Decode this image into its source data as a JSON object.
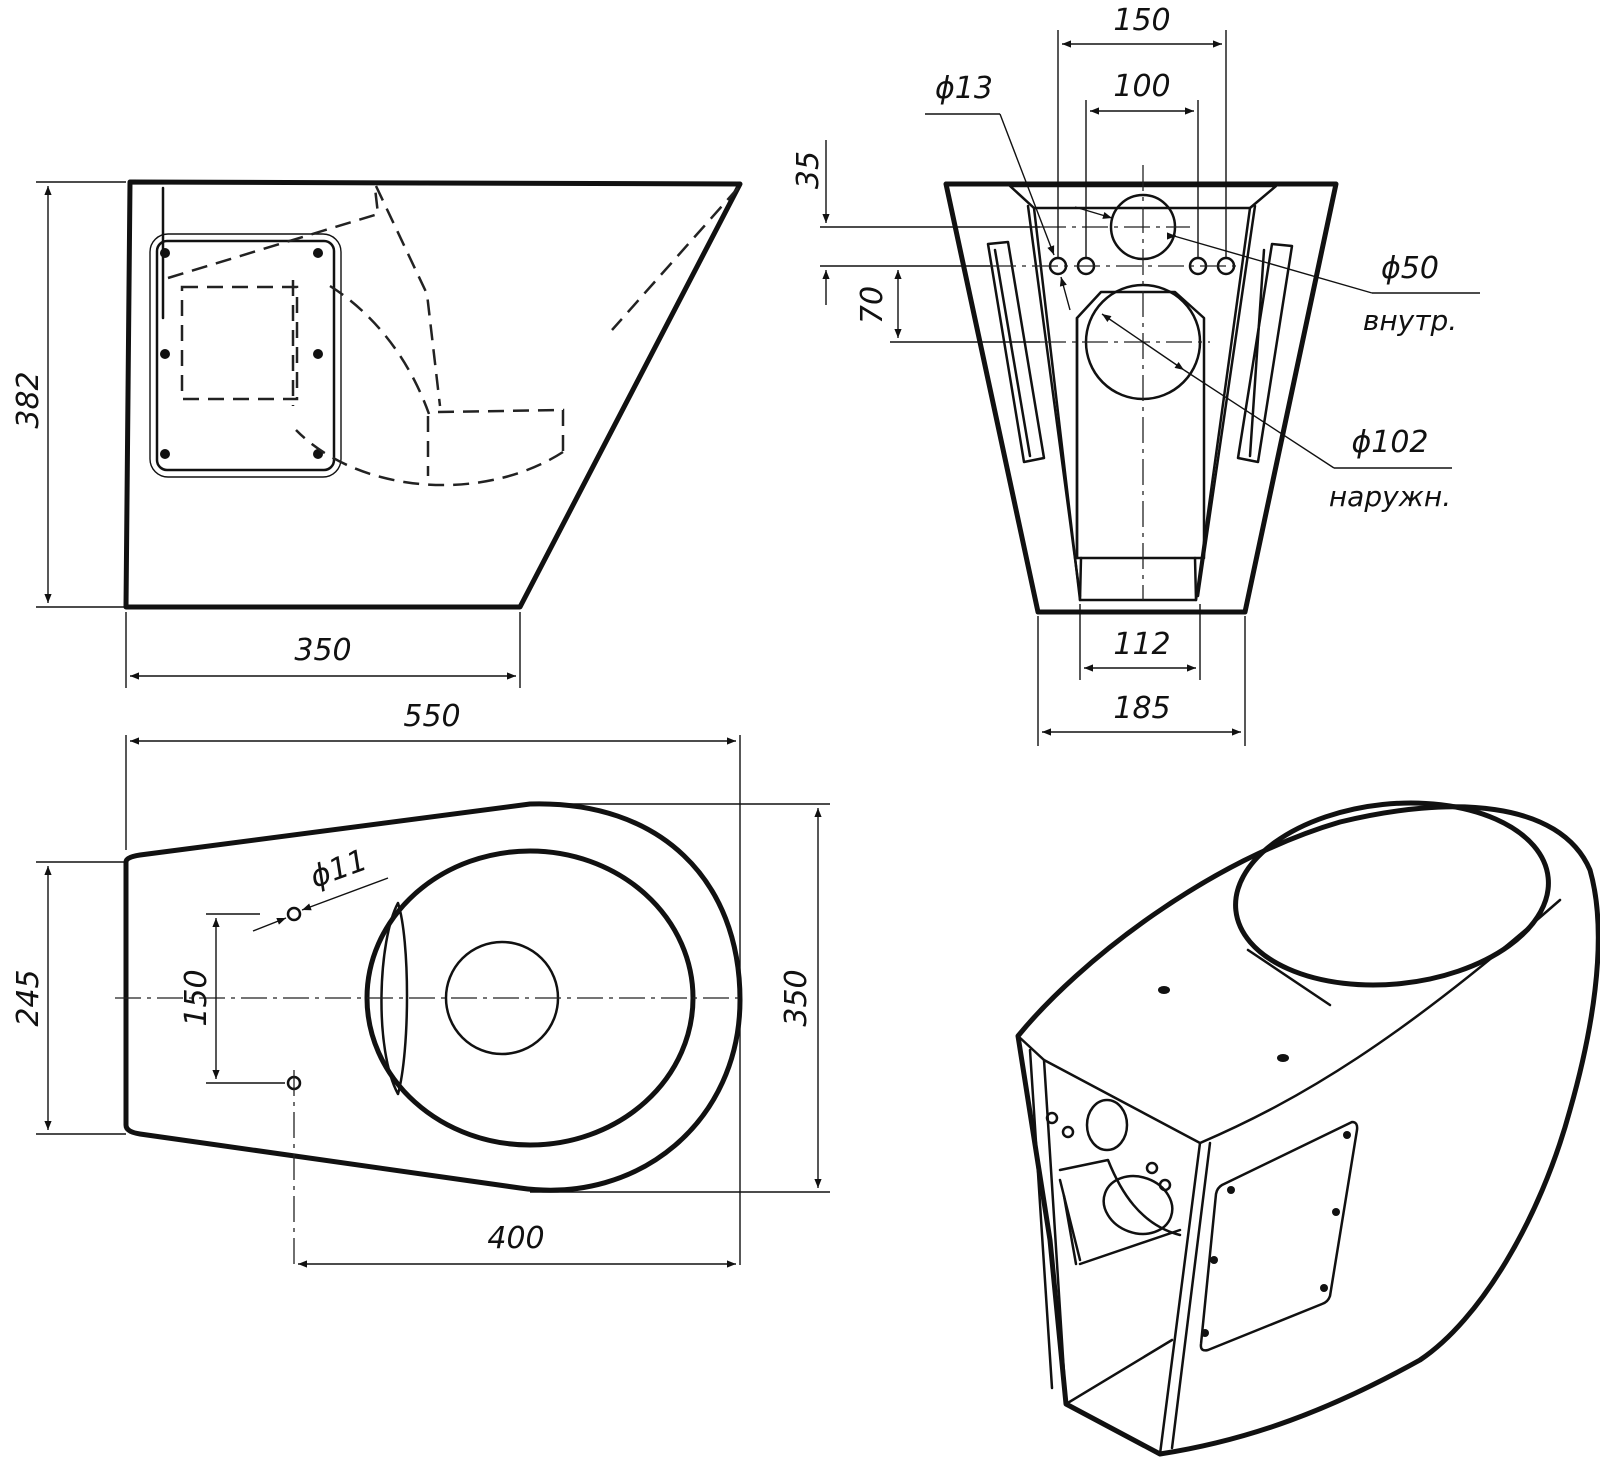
{
  "dimensions": {
    "side_height": "382",
    "side_base": "350",
    "overall_length": "550",
    "top_rear_width": "245",
    "top_bowl_width": "350",
    "top_hole_spacing": "150",
    "top_bowl_offset": "400",
    "top_hole_dia": "ϕ11",
    "rear_top_width": "150",
    "rear_inner_width": "100",
    "rear_offset_top": "35",
    "rear_offset_mid": "70",
    "rear_small_hole": "ϕ13",
    "rear_inlet_dia": "ϕ50",
    "rear_inlet_note": "внутр.",
    "rear_outlet_dia": "ϕ102",
    "rear_outlet_note": "наружн.",
    "rear_bottom_inner": "112",
    "rear_bottom_width": "185"
  }
}
